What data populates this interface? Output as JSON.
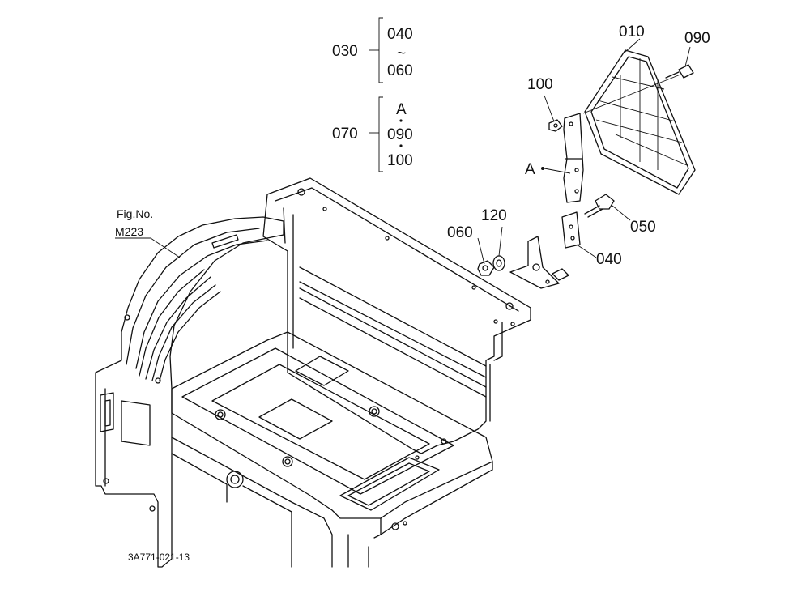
{
  "diagram": {
    "labels": {
      "p030": "030",
      "p040_top": "040",
      "tilde": "~",
      "p060_top": "060",
      "p070": "070",
      "a_top": "A",
      "p090_mid": "090",
      "p100_mid": "100",
      "p010": "010",
      "p090": "090",
      "p100": "100",
      "a_ref": "A",
      "p120": "120",
      "p060": "060",
      "p050": "050",
      "p040": "040"
    },
    "figref": {
      "line1": "Fig.No.",
      "line2": "M223"
    },
    "drawing_code": "3A771-021-13"
  }
}
